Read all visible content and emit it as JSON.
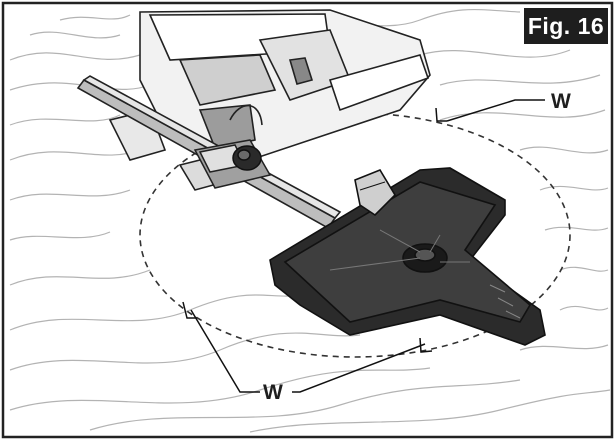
{
  "figure": {
    "badge": "Fig. 16",
    "callouts": [
      {
        "id": "upper-right",
        "label": "W"
      },
      {
        "id": "lower-center",
        "label": "W"
      }
    ]
  }
}
